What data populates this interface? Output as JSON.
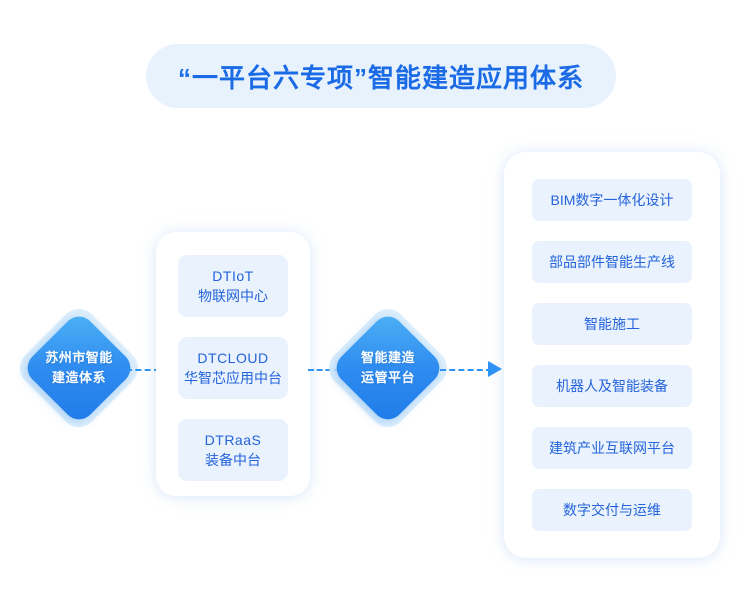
{
  "title": {
    "text": "“一平台六专项”智能建造应用体系"
  },
  "colors": {
    "accent_blue": "#1b6be6",
    "chip_text": "#2463db",
    "chip_bg": "#eaf3fd",
    "title_pill_bg": "#e8f2fd",
    "node_gradient_start": "#4fb3f5",
    "node_gradient_end": "#1f7ae8",
    "node_halo": "#d7ecfb",
    "connector": "#2e93f5",
    "panel_bg": "#ffffff"
  },
  "nodes": {
    "left": {
      "line1": "苏州市智能",
      "line2": "建造体系"
    },
    "center": {
      "line1": "智能建造",
      "line2": "运管平台"
    }
  },
  "platform_panel": {
    "items": [
      {
        "line1": "DTIoT",
        "line2": "物联网中心"
      },
      {
        "line1": "DTCLOUD",
        "line2": "华智芯应用中台"
      },
      {
        "line1": "DTRaaS",
        "line2": "装备中台"
      }
    ]
  },
  "applications_panel": {
    "items": [
      {
        "line1": "BIM数字一体化设计"
      },
      {
        "line1": "部品部件智能生产线"
      },
      {
        "line1": "智能施工"
      },
      {
        "line1": "机器人及智能装备"
      },
      {
        "line1": "建筑产业互联网平台"
      },
      {
        "line1": "数字交付与运维"
      }
    ]
  },
  "connectors": {
    "left_to_platform": "dashed-line",
    "platform_to_center": "dashed-line",
    "center_to_applications": "dashed-arrow"
  }
}
